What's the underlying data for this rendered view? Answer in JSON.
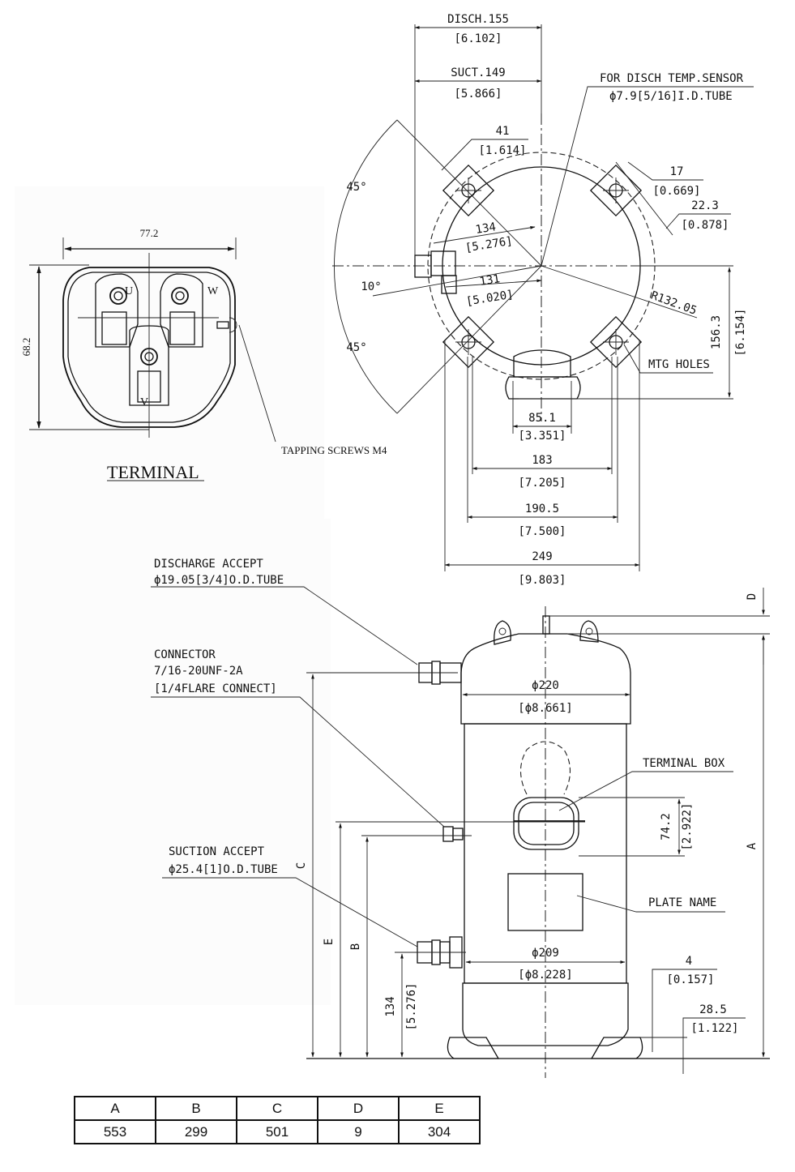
{
  "top_view": {
    "disch_label": "DISCH.155",
    "disch_inch": "[6.102]",
    "suct_label": "SUCT.149",
    "suct_inch": "[5.866]",
    "sensor_label_1": "FOR DISCH TEMP.SENSOR",
    "sensor_label_2": "ϕ7.9[5/16]I.D.TUBE",
    "dim_41": "41",
    "dim_41_inch": "[1.614]",
    "dim_17": "17",
    "dim_17_inch": "[0.669]",
    "dim_22_3": "22.3",
    "dim_22_3_inch": "[0.878]",
    "angle_top": "45°",
    "angle_mid": "10°",
    "angle_bottom": "45°",
    "dim_134": "134",
    "dim_134_inch": "[5.276]",
    "dim_131": "131",
    "dim_131_inch": "[5.020]",
    "radius": "R132.05",
    "dim_156_3": "156.3",
    "dim_156_3_inch": "[6.154]",
    "mtg_holes": "MTG HOLES",
    "dim_85_1": "85.1",
    "dim_85_1_inch": "[3.351]",
    "dim_183": "183",
    "dim_183_inch": "[7.205]",
    "dim_190_5": "190.5",
    "dim_190_5_inch": "[7.500]",
    "dim_249": "249",
    "dim_249_inch": "[9.803]"
  },
  "terminal_view": {
    "width": "77.2",
    "height": "68.2",
    "u": "U",
    "v": "V",
    "w": "W",
    "screws": "TAPPING SCREWS M4",
    "title": "TERMINAL"
  },
  "side_view": {
    "discharge_1": "DISCHARGE ACCEPT",
    "discharge_2": "ϕ19.05[3/4]O.D.TUBE",
    "connector_1": "CONNECTOR",
    "connector_2": "7/16-20UNF-2A",
    "connector_3": "[1/4FLARE CONNECT]",
    "suction_1": "SUCTION ACCEPT",
    "suction_2": "ϕ25.4[1]O.D.TUBE",
    "dia_220": "ϕ220",
    "dia_220_inch": "[ϕ8.661]",
    "terminal_box": "TERMINAL BOX",
    "dim_74_2": "74.2",
    "dim_74_2_inch": "[2.922]",
    "plate_name": "PLATE NAME",
    "dia_209": "ϕ209",
    "dia_209_inch": "[ϕ8.228]",
    "dim_4": "4",
    "dim_4_inch": "[0.157]",
    "dim_28_5": "28.5",
    "dim_28_5_inch": "[1.122]",
    "dim_134": "134",
    "dim_134_inch": "[5.276]",
    "letter_a": "A",
    "letter_b": "B",
    "letter_c": "C",
    "letter_d": "D",
    "letter_e": "E"
  },
  "table": {
    "headers": [
      "A",
      "B",
      "C",
      "D",
      "E"
    ],
    "values": [
      "553",
      "299",
      "501",
      "9",
      "304"
    ]
  }
}
